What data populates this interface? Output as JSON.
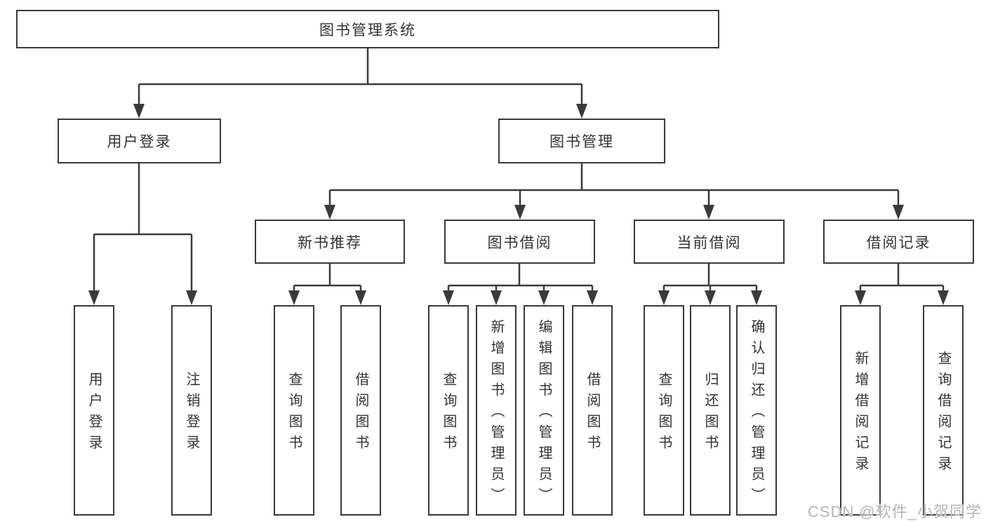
{
  "tree": {
    "root": {
      "label": "图书管理系统"
    },
    "branches": [
      {
        "label": "用户登录",
        "leaves": [
          {
            "label": "用户登录"
          },
          {
            "label": "注销登录"
          }
        ]
      },
      {
        "label": "图书管理",
        "groups": [
          {
            "label": "新书推荐",
            "leaves": [
              {
                "label": "查询图书"
              },
              {
                "label": "借阅图书"
              }
            ]
          },
          {
            "label": "图书借阅",
            "leaves": [
              {
                "label": "查询图书"
              },
              {
                "label": "新增图书（管理员）"
              },
              {
                "label": "编辑图书（管理员）"
              },
              {
                "label": "借阅图书"
              }
            ]
          },
          {
            "label": "当前借阅",
            "leaves": [
              {
                "label": "查询图书"
              },
              {
                "label": "归还图书"
              },
              {
                "label": "确认归还（管理员）"
              }
            ]
          },
          {
            "label": "借阅记录",
            "leaves": [
              {
                "label": "新增借阅记录"
              },
              {
                "label": "查询借阅记录"
              }
            ]
          }
        ]
      }
    ]
  },
  "watermark": "CSDN @软件_小贺同学",
  "colors": {
    "line": "#3a3a3a",
    "text": "#333333",
    "watermark": "#b5b5b5",
    "background": "#ffffff"
  }
}
